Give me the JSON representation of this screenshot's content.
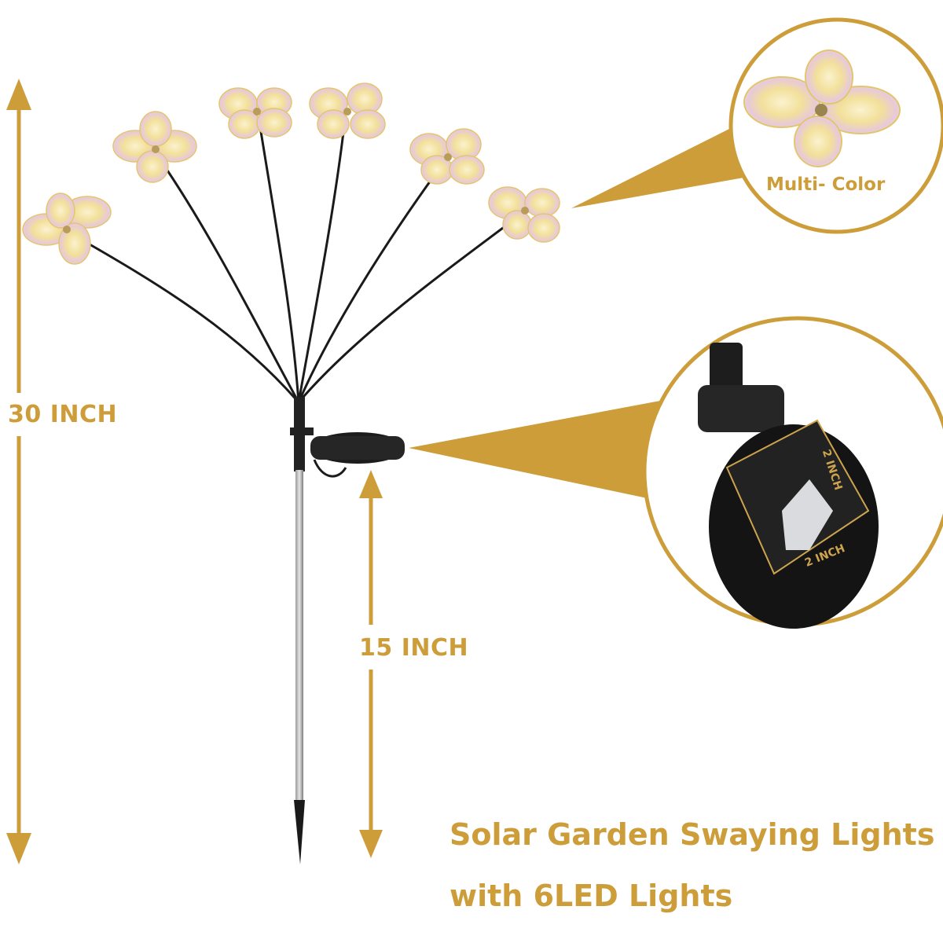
{
  "dimensions": {
    "total_height": "30 INCH",
    "stake_height": "15 INCH",
    "panel_side": "2 INCH",
    "panel_bottom": "2 INCH"
  },
  "callouts": {
    "flower": "Multi- Color"
  },
  "title": {
    "line1": "Solar Garden Swaying Lights",
    "line2": "with 6LED Lights"
  },
  "colors": {
    "accent": "#cd9d3a",
    "stem": "#1a1a1a",
    "panel": "#1c1c1c"
  },
  "icons": [
    "flower-icon",
    "solar-panel-icon",
    "arrow-icon"
  ]
}
